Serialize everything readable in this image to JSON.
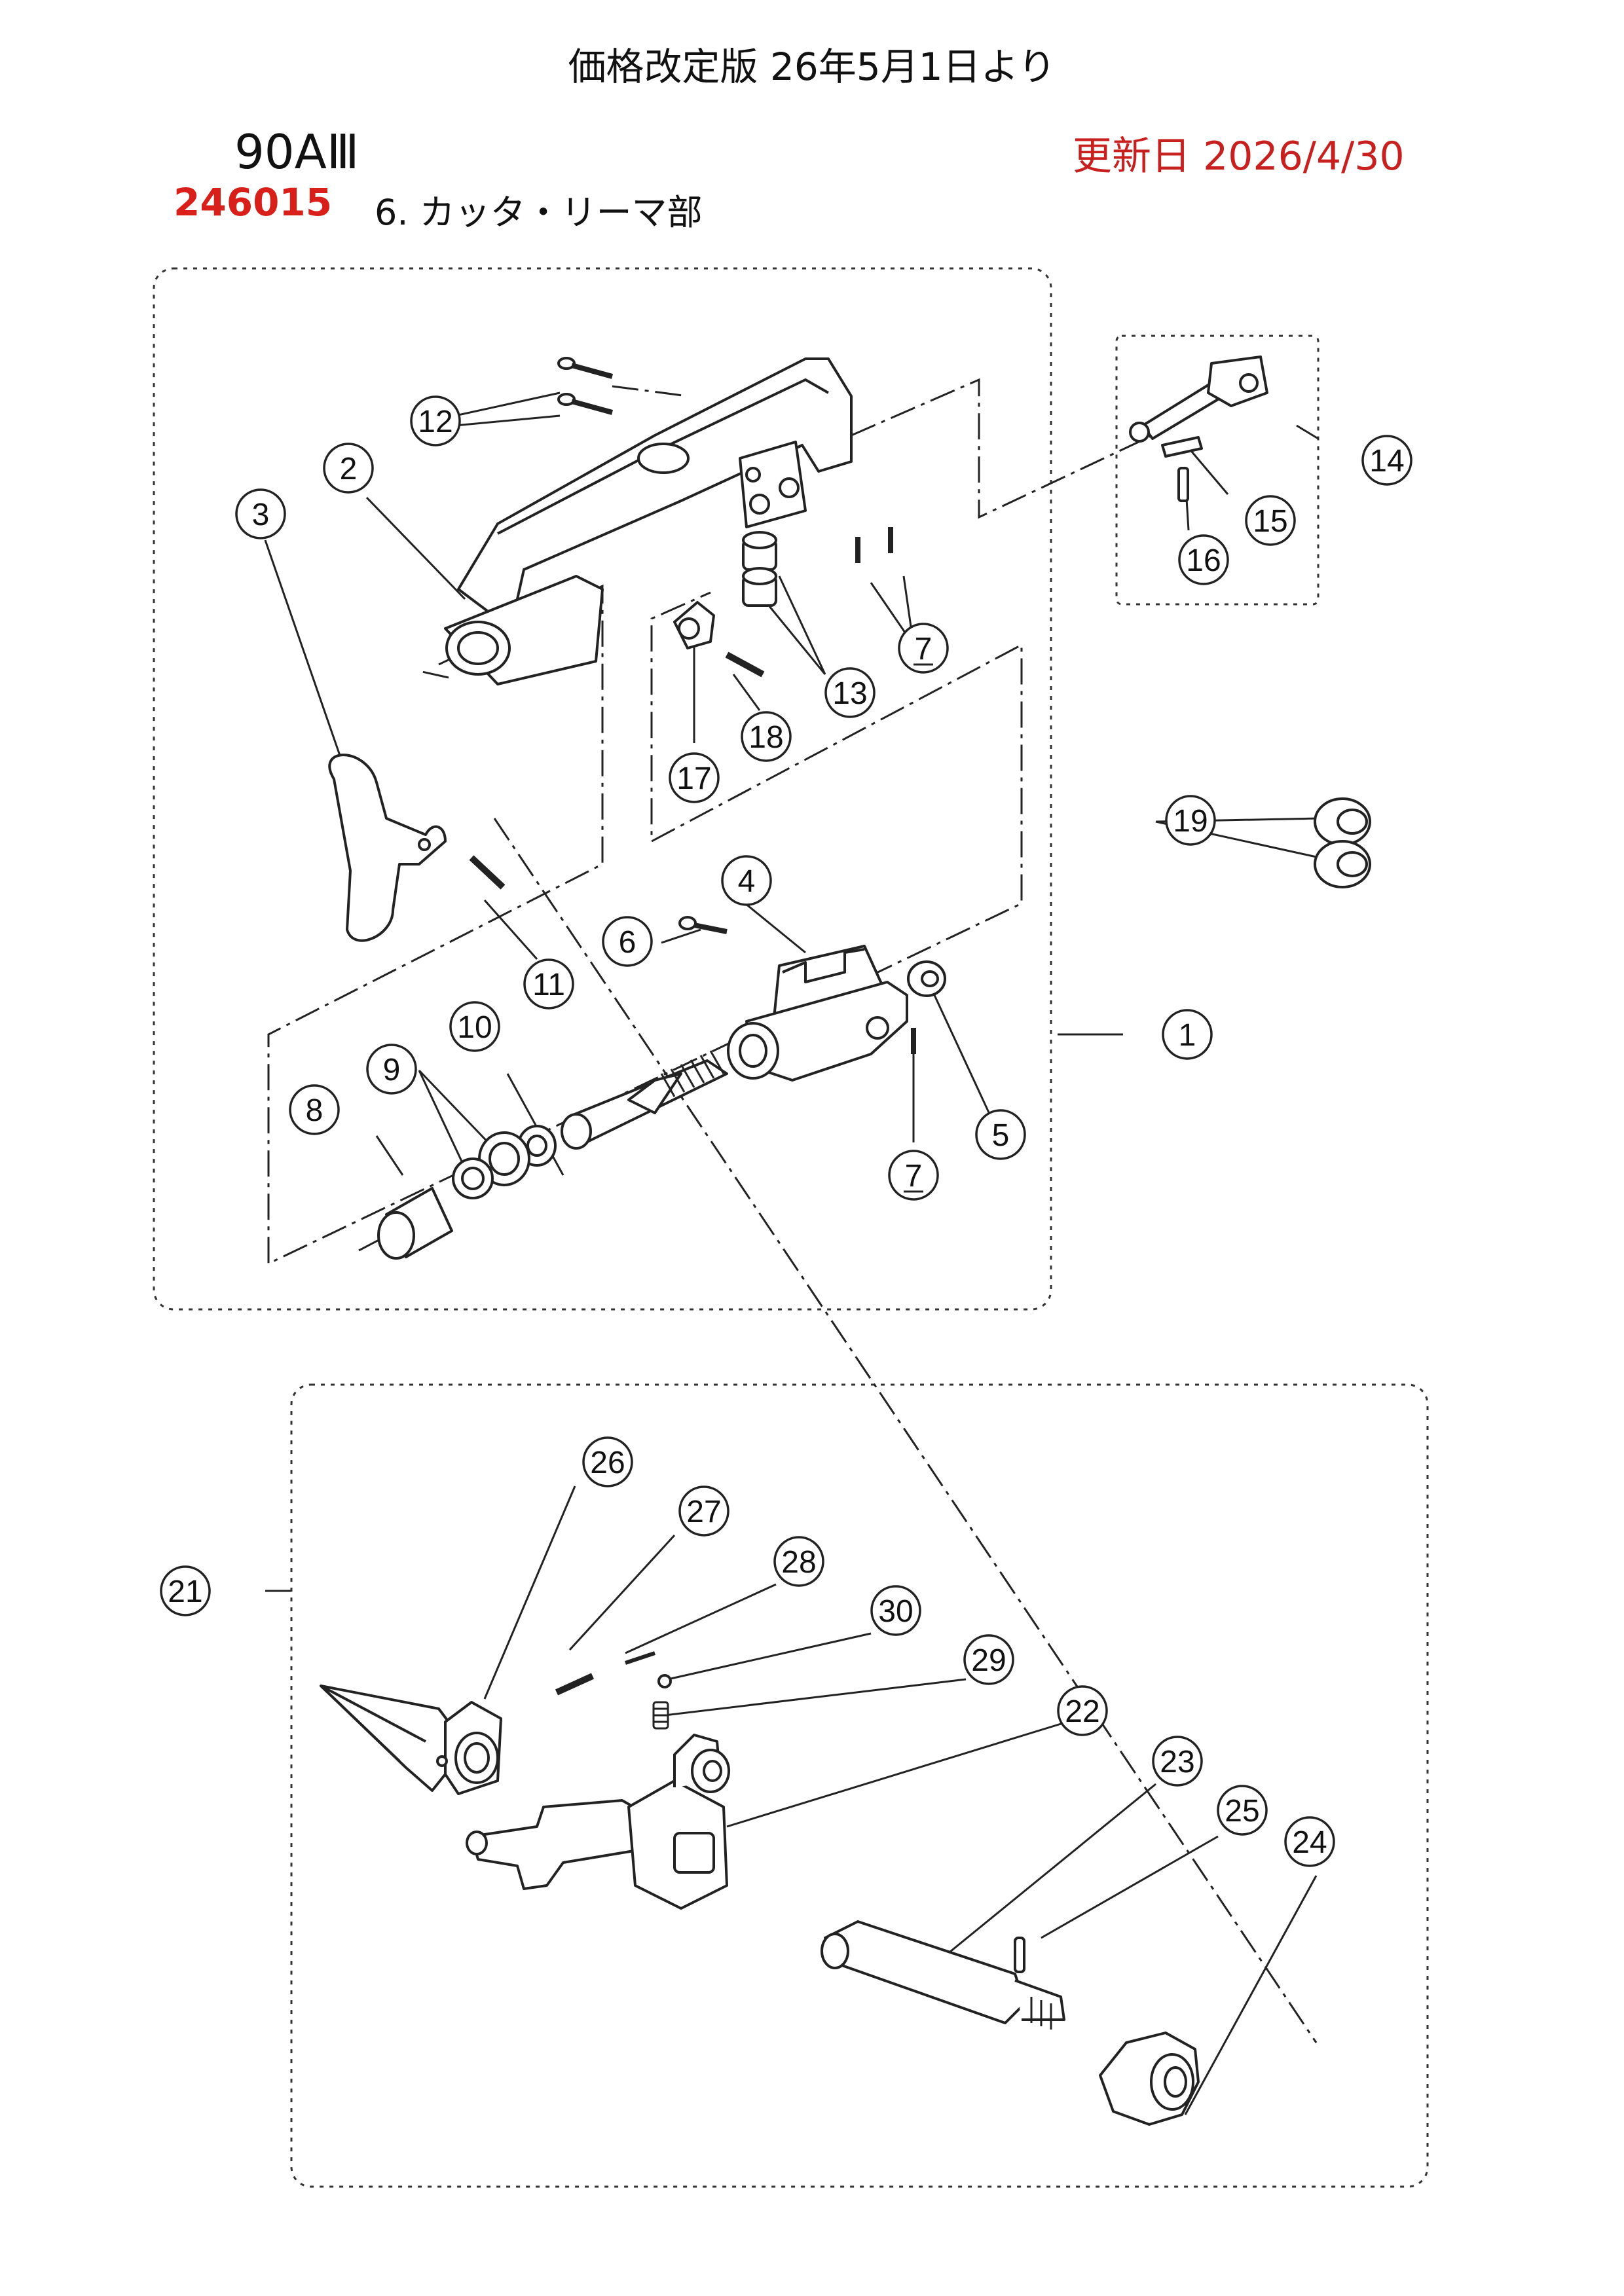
{
  "header": {
    "title": "価格改定版 26年5月1日より",
    "model": "90AⅢ",
    "update_date": "更新日 2026/4/30",
    "part_code": "246015",
    "section": "6. カッタ・リーマ部"
  },
  "colors": {
    "accent_red": "#d81f1a",
    "date_red": "#c8201e",
    "line": "#222222"
  },
  "callouts": {
    "c1": "1",
    "c2": "2",
    "c3": "3",
    "c4": "4",
    "c5": "5",
    "c6": "6",
    "c7a": "7",
    "c7b": "7",
    "c8": "8",
    "c9": "9",
    "c10": "10",
    "c11": "11",
    "c12": "12",
    "c13": "13",
    "c14": "14",
    "c15": "15",
    "c16": "16",
    "c17": "17",
    "c18": "18",
    "c19": "19",
    "c21": "21",
    "c22": "22",
    "c23": "23",
    "c24": "24",
    "c25": "25",
    "c26": "26",
    "c27": "27",
    "c28": "28",
    "c29": "29",
    "c30": "30"
  }
}
